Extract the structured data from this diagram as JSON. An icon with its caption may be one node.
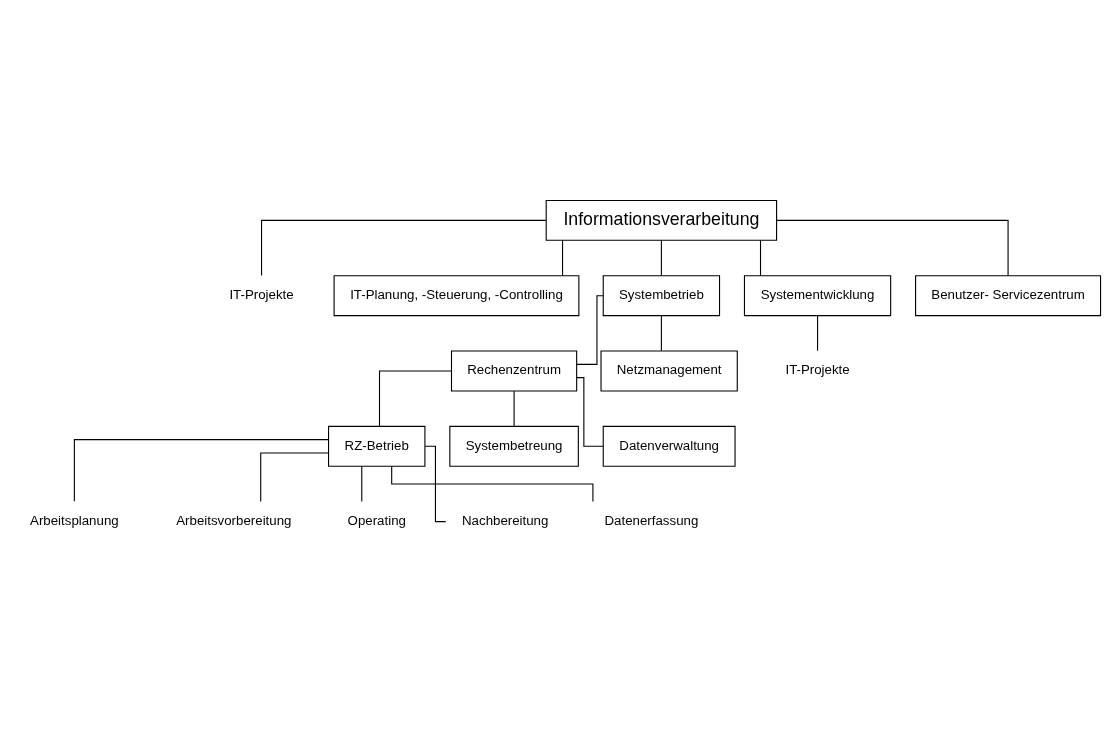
{
  "diagram": {
    "nodes": [
      {
        "text": [
          "Informationsverarbeitung"
        ]
      },
      {
        "text": [
          "IT-Projekte"
        ]
      },
      {
        "text": [
          "IT-Planung, -Steuerung, -Controlling"
        ]
      },
      {
        "text": [
          "Systembetrieb"
        ]
      },
      {
        "text": [
          "Systementwicklung"
        ]
      },
      {
        "text": [
          "Benutzer- Servicezentrum"
        ]
      },
      {
        "text": [
          "IT-Projekte"
        ]
      },
      {
        "text": [
          "Rechenzentrum"
        ]
      },
      {
        "text": [
          "Netzmanagement"
        ]
      },
      {
        "text": [
          "RZ-Betrieb"
        ]
      },
      {
        "text": [
          "Systembetreung"
        ]
      },
      {
        "text": [
          "Datenverwaltung"
        ]
      },
      {
        "text": [
          "Arbeitsplanung"
        ]
      },
      {
        "text": [
          "Arbeitsvorbereitung"
        ]
      },
      {
        "text": [
          "Operating"
        ]
      },
      {
        "text": [
          "Nachbereitung"
        ]
      },
      {
        "text": [
          "Datenerfassung"
        ]
      }
    ],
    "edges": [
      {
        "from": 0,
        "to": 1,
        "arrow": "none"
      },
      {
        "from": 0,
        "to": 2,
        "arrow": "none"
      },
      {
        "from": 0,
        "to": 3,
        "arrow": "none"
      },
      {
        "from": 0,
        "to": 4,
        "arrow": "none"
      },
      {
        "from": 0,
        "to": 5,
        "arrow": "none"
      },
      {
        "from": 4,
        "to": 6,
        "arrow": "none"
      },
      {
        "from": 3,
        "to": 7,
        "arrow": "none"
      },
      {
        "from": 3,
        "to": 8,
        "arrow": "none"
      },
      {
        "from": 7,
        "to": 9,
        "arrow": "none"
      },
      {
        "from": 7,
        "to": 10,
        "arrow": "none"
      },
      {
        "from": 7,
        "to": 11,
        "arrow": "none"
      },
      {
        "from": 9,
        "to": 12,
        "arrow": "none"
      },
      {
        "from": 9,
        "to": 13,
        "arrow": "none"
      },
      {
        "from": 9,
        "to": 14,
        "arrow": "none"
      },
      {
        "from": 9,
        "to": 15,
        "arrow": "none"
      },
      {
        "from": 9,
        "to": 16,
        "arrow": "none"
      }
    ]
  }
}
